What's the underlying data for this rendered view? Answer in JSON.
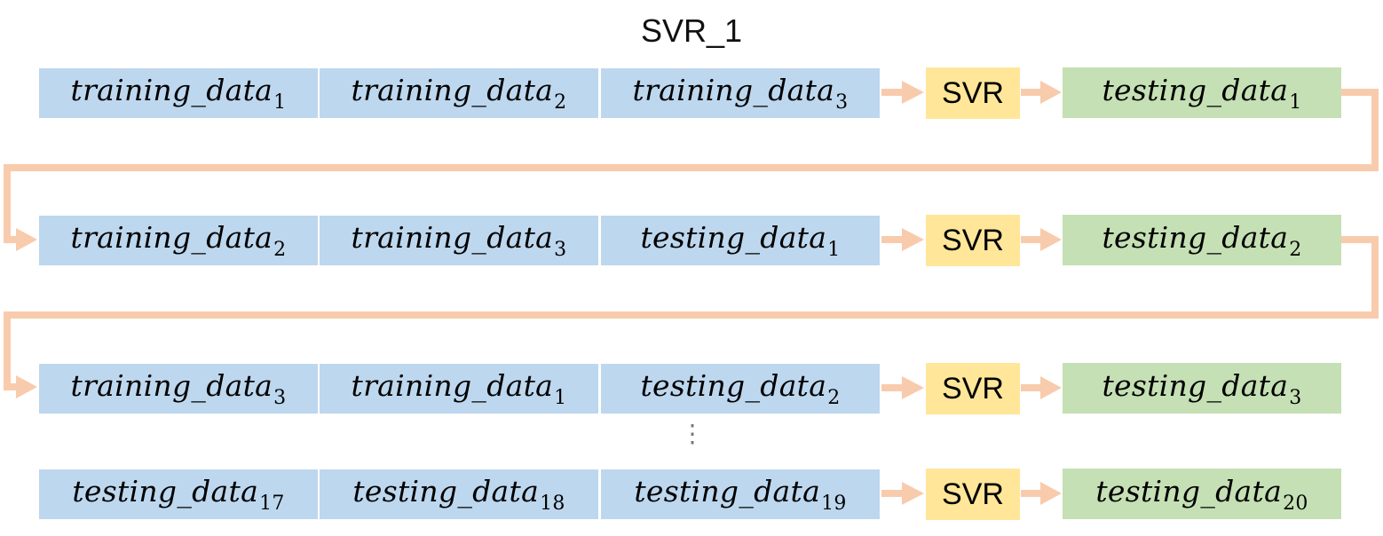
{
  "title": "SVR_1",
  "ellipsis": "⋮",
  "colors": {
    "training_block": "#bdd7ee",
    "model_block": "#ffe699",
    "testing_block": "#c5e0b4",
    "flow_arrow": "#f8cbad"
  },
  "rows": [
    {
      "inputs": [
        {
          "name": "training_data",
          "index": "1"
        },
        {
          "name": "training_data",
          "index": "2"
        },
        {
          "name": "training_data",
          "index": "3"
        }
      ],
      "model": "SVR",
      "output": {
        "name": "testing_data",
        "index": "1"
      }
    },
    {
      "inputs": [
        {
          "name": "training_data",
          "index": "2"
        },
        {
          "name": "training_data",
          "index": "3"
        },
        {
          "name": "testing_data",
          "index": "1"
        }
      ],
      "model": "SVR",
      "output": {
        "name": "testing_data",
        "index": "2"
      }
    },
    {
      "inputs": [
        {
          "name": "training_data",
          "index": "3"
        },
        {
          "name": "training_data",
          "index": "1"
        },
        {
          "name": "testing_data",
          "index": "2"
        }
      ],
      "model": "SVR",
      "output": {
        "name": "testing_data",
        "index": "3"
      }
    },
    {
      "inputs": [
        {
          "name": "testing_data",
          "index": "17"
        },
        {
          "name": "testing_data",
          "index": "18"
        },
        {
          "name": "testing_data",
          "index": "19"
        }
      ],
      "model": "SVR",
      "output": {
        "name": "testing_data",
        "index": "20"
      }
    }
  ]
}
